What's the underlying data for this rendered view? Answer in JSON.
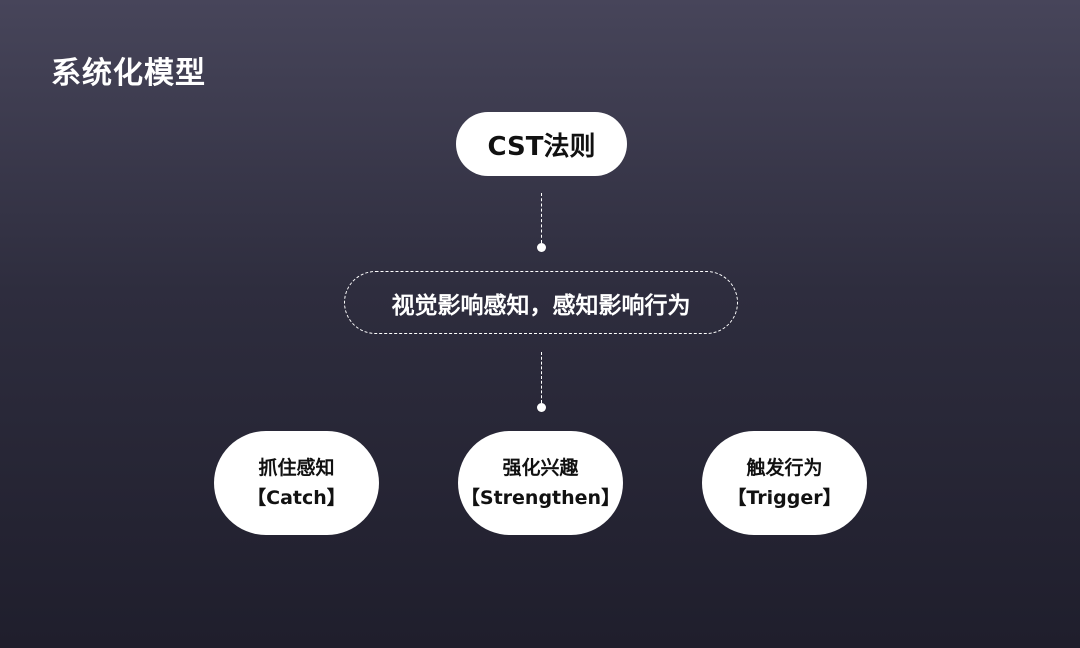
{
  "page": {
    "title": "系统化模型"
  },
  "diagram": {
    "root": {
      "label": "CST法则"
    },
    "principle": {
      "label": "视觉影响感知，感知影响行为"
    },
    "leaves": [
      {
        "title": "抓住感知",
        "subtitle": "【Catch】"
      },
      {
        "title": "强化兴趣",
        "subtitle": "【Strengthen】"
      },
      {
        "title": "触发行为",
        "subtitle": "【Trigger】"
      }
    ]
  },
  "colors": {
    "background_top": "#47455a",
    "background_bottom": "#1f1e2c",
    "node_fill": "#ffffff",
    "node_text": "#111111",
    "title_text": "#ffffff"
  }
}
